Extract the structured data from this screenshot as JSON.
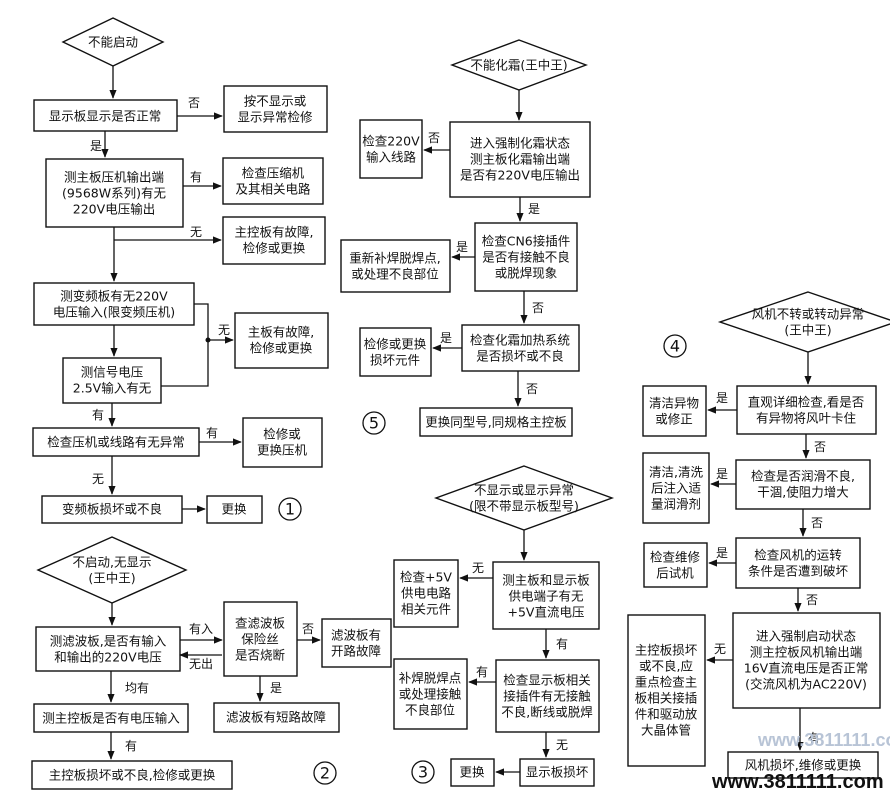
{
  "nodes": {
    "d1": [
      "不能启动"
    ],
    "b1a": [
      "显示板显示是否正常"
    ],
    "b1b": [
      "按不显示或",
      "显示异常检修"
    ],
    "b1c": [
      "测主板压机输出端",
      "(9568W系列)有无",
      "220V电压输出"
    ],
    "b1d": [
      "检查压缩机",
      "及其相关电路"
    ],
    "b1e": [
      "主控板有故障,",
      "检修或更换"
    ],
    "b1f": [
      "测变频板有无220V",
      "电压输入(限变频压机)"
    ],
    "b1g": [
      "主板有故障,",
      "检修或更换"
    ],
    "b1h": [
      "测信号电压",
      "2.5V输入有无"
    ],
    "b1i": [
      "检查压机或线路有无异常"
    ],
    "b1j": [
      "检修或",
      "更换压机"
    ],
    "b1k": [
      "变频板损坏或不良"
    ],
    "b1l": [
      "更换"
    ],
    "d2": [
      "不启动,无显示",
      "(王中王)"
    ],
    "b2a": [
      "测滤波板,是否有输入",
      "和输出的220V电压"
    ],
    "b2b": [
      "查滤波板",
      "保险丝",
      "是否烧断"
    ],
    "b2c": [
      "滤波板有",
      "开路故障"
    ],
    "b2d": [
      "滤波板有短路故障"
    ],
    "b2e": [
      "测主控板是否有电压输入"
    ],
    "b2f": [
      "主控板损坏或不良,检修或更换"
    ],
    "d5": [
      "不能化霜(王中王)"
    ],
    "b5a": [
      "进入强制化霜状态",
      "测主板化霜输出端",
      "是否有220V电压输出"
    ],
    "b5b": [
      "检查220V",
      "输入线路"
    ],
    "b5c": [
      "检查CN6接插件",
      "是否有接触不良",
      "或脱焊现象"
    ],
    "b5d": [
      "重新补焊脱焊点,",
      "或处理不良部位"
    ],
    "b5e": [
      "检查化霜加热系统",
      "是否损坏或不良"
    ],
    "b5f": [
      "检修或更换",
      "损坏元件"
    ],
    "b5g": [
      "更换同型号,同规格主控板"
    ],
    "d3": [
      "不显示或显示异常",
      "(限不带显示板型号)"
    ],
    "b3a": [
      "测主板和显示板",
      "供电端子有无",
      "+5V直流电压"
    ],
    "b3b": [
      "检查+5V",
      "供电电路",
      "相关元件"
    ],
    "b3c": [
      "检查显示板相关",
      "接插件有无接触",
      "不良,断线或脱焊"
    ],
    "b3d": [
      "补焊脱焊点",
      "或处理接触",
      "不良部位"
    ],
    "b3e": [
      "显示板损坏"
    ],
    "b3f": [
      "更换"
    ],
    "d4": [
      "风机不转或转动异常",
      "(王中王)"
    ],
    "b4a": [
      "直观详细检查,看是否",
      "有异物将风叶卡住"
    ],
    "b4b": [
      "清洁异物",
      "或修正"
    ],
    "b4c": [
      "检查是否润滑不良,",
      "干涸,使阻力增大"
    ],
    "b4d": [
      "清洁,清洗",
      "后注入适",
      "量润滑剂"
    ],
    "b4e": [
      "检查风机的运转",
      "条件是否遭到破坏"
    ],
    "b4f": [
      "检查维修",
      "后试机"
    ],
    "b4g": [
      "进入强制启动状态",
      "测主控板风机输出端",
      "16V直流电压是否正常",
      "(交流风机为AC220V)"
    ],
    "b4h": [
      "主控板损坏",
      "或不良,应",
      "重点检查主",
      "板相关接插",
      "件和驱动放",
      "大晶体管"
    ],
    "b4i": [
      "风机损坏,维修或更换"
    ]
  },
  "labels": {
    "yes": "是",
    "no": "否",
    "have": "有",
    "none": "无",
    "has_input": "有入",
    "no_output": "无出",
    "all_have": "均有"
  },
  "numbers": {
    "n1": "1",
    "n2": "2",
    "n3": "3",
    "n4": "4",
    "n5": "5"
  },
  "watermark": "www.3811111.com",
  "colors": {
    "stroke": "#111111",
    "watermark_ghost": "#b8c4d6"
  }
}
